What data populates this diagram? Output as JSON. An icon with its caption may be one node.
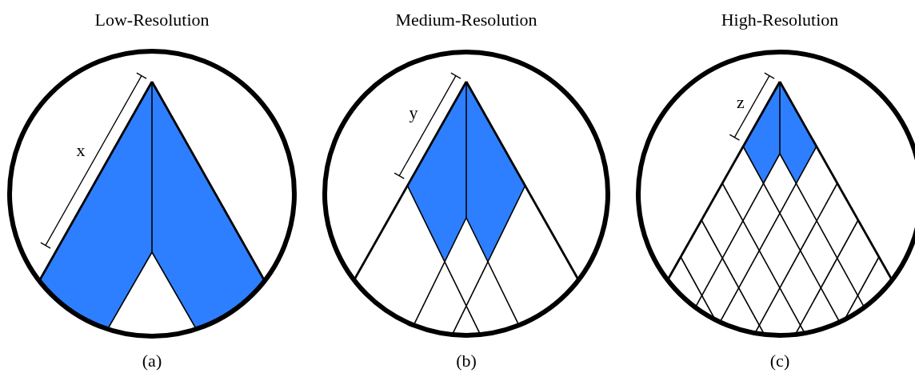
{
  "diagram": {
    "labels": [
      "Low-Resolution",
      "Medium-Resolution",
      "High-Resolution",
      "x",
      "y",
      "z",
      "(a)",
      "(b)",
      "(c)"
    ]
  }
}
